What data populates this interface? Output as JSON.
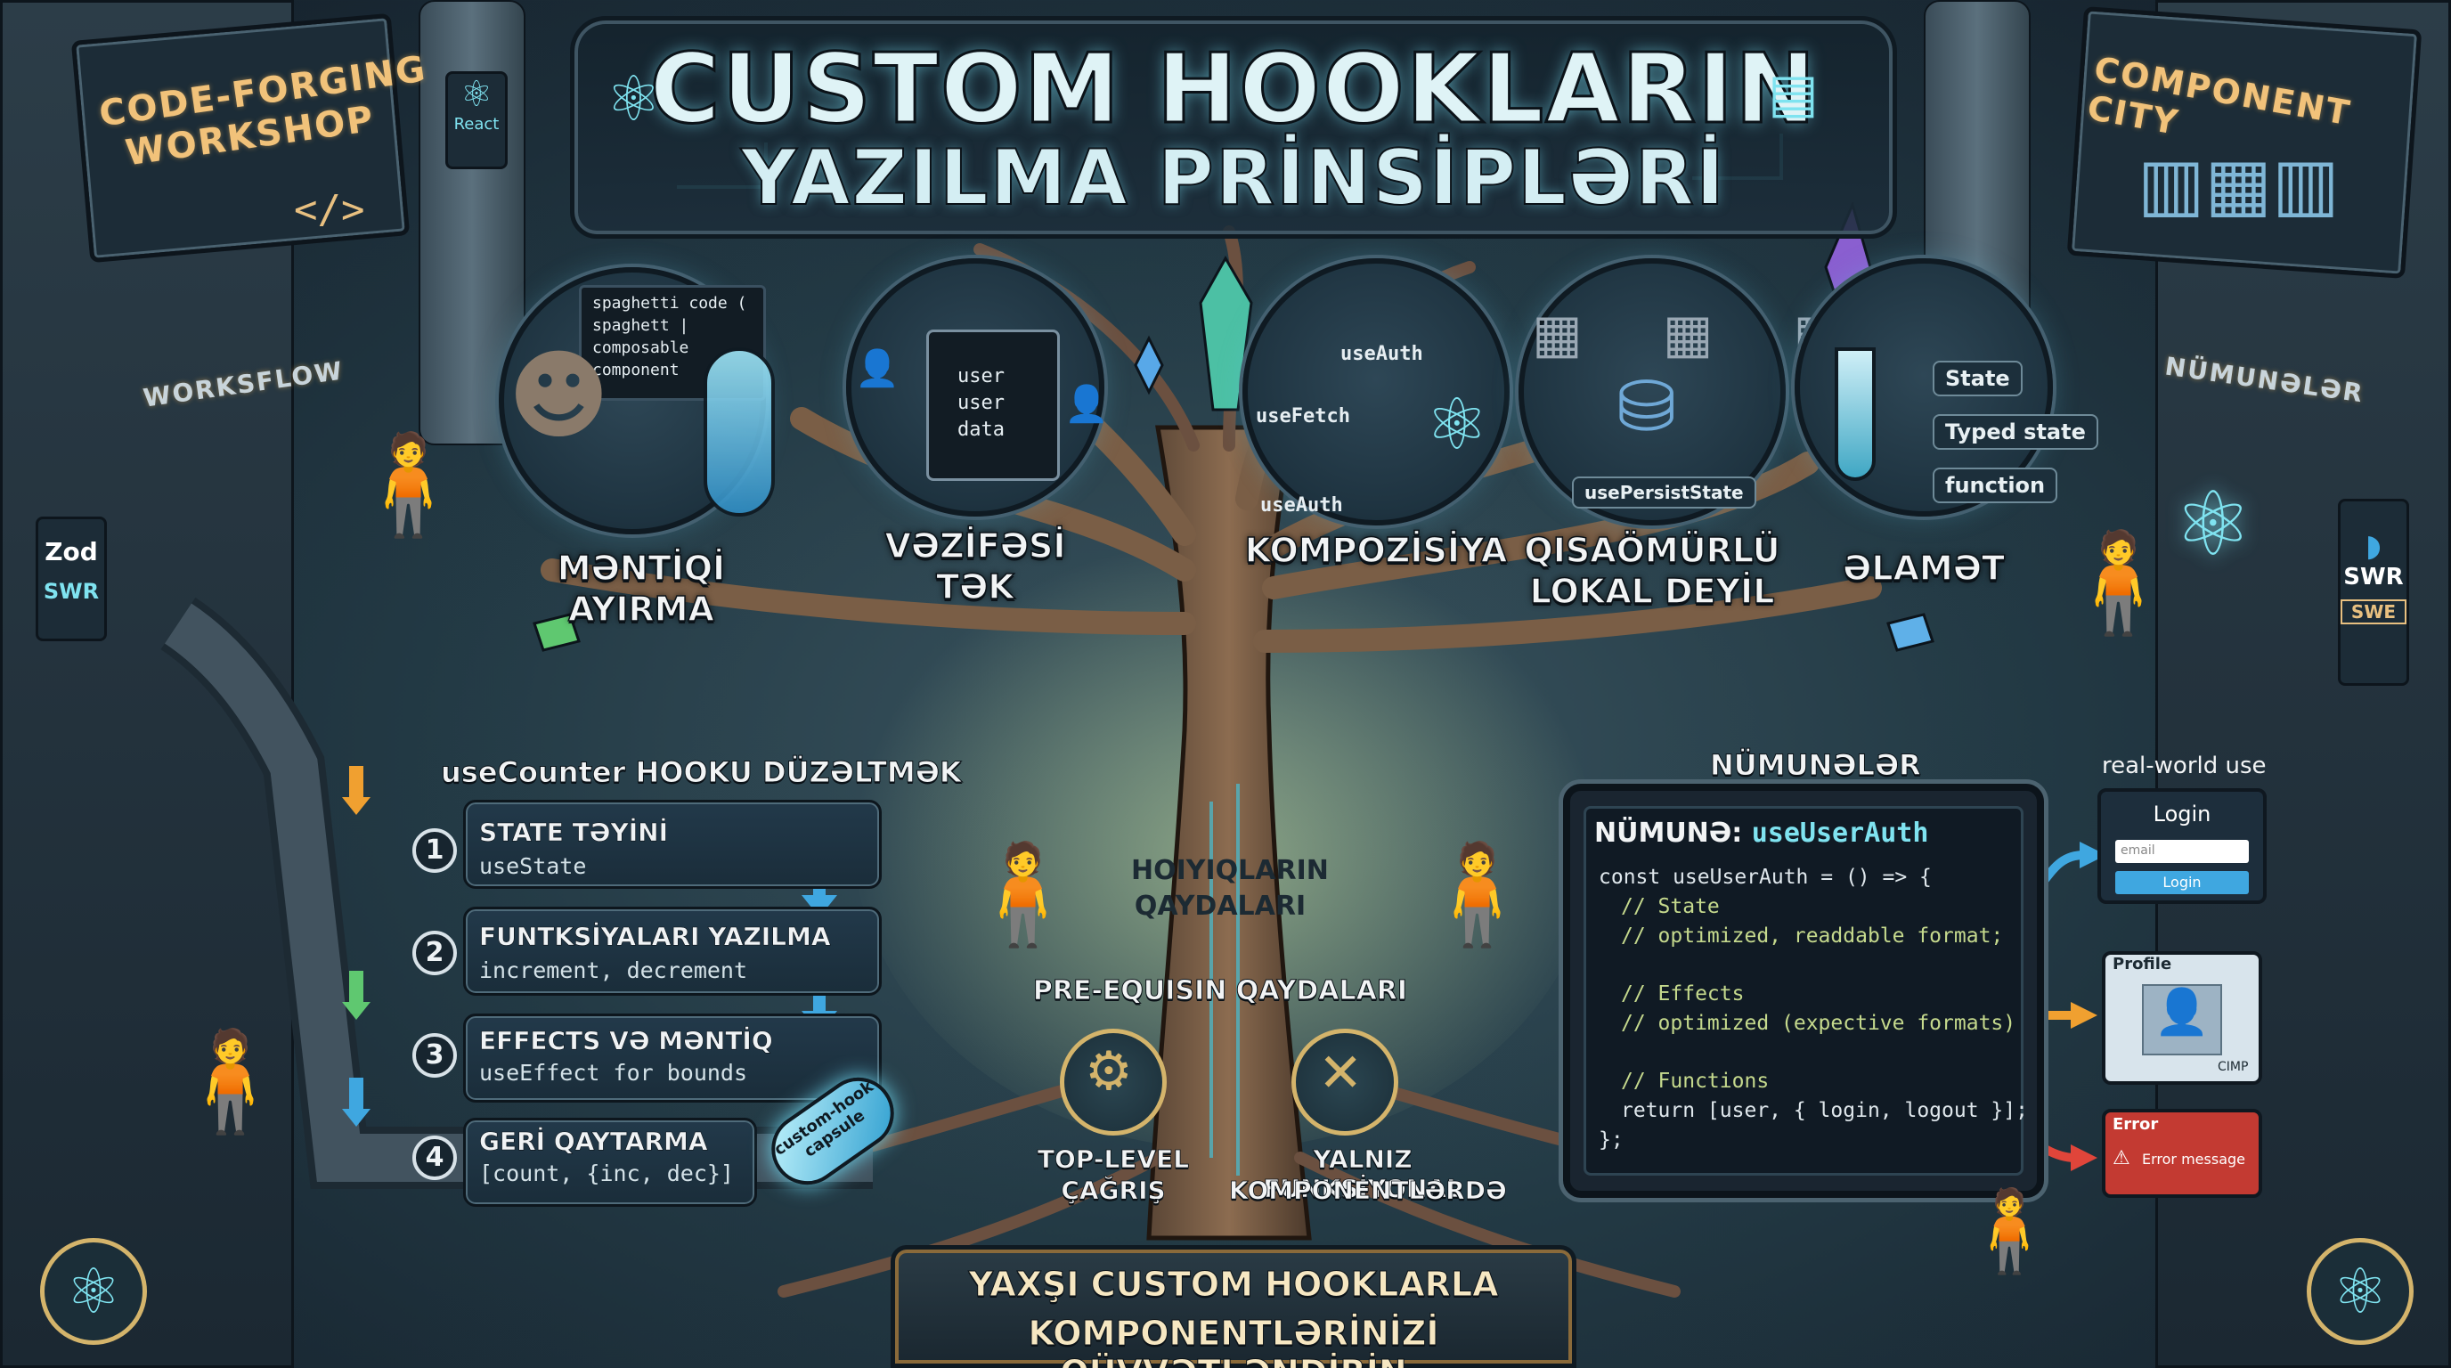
{
  "title": {
    "line1": "CUSTOM HOOKLARIN",
    "line2": "YAZILMA PRİNSİPLƏRİ"
  },
  "left_sign": {
    "line1": "CODE-FORGING",
    "line2": "WORKSHOP",
    "workflow": "WORKSFLOW"
  },
  "right_sign": {
    "title": "COMPONENT CITY",
    "examples": "NÜMUNƏLƏR"
  },
  "side_badges": {
    "react": "React",
    "zod": "Zod",
    "swr_left": "SWR",
    "swr_right": "SWR",
    "swr_right2": "SWE"
  },
  "principles": [
    {
      "label": "MƏNTİQİ AYIRMA",
      "code": [
        "spaghetti code (",
        "spaghett |",
        "composable",
        "component"
      ]
    },
    {
      "label": "VƏZİFƏSİ TƏK",
      "items": [
        "user",
        "user",
        "data"
      ]
    },
    {
      "label": "KOMPOZİSİYA",
      "items": [
        "useAuth",
        "useFetch",
        "useAuth"
      ]
    },
    {
      "label_line1": "QISAÖMÜRLÜ",
      "label_line2": "LOKAL DEYİL",
      "tag": "usePersistState"
    },
    {
      "label": "ƏLAMƏT",
      "tags": [
        "State",
        "Typed state",
        "function"
      ]
    }
  ],
  "steps": {
    "heading": "useCounter HOOKU DÜZƏLTMƏK",
    "items": [
      {
        "num": "1",
        "title": "STATE TƏYİNİ",
        "sub": "useState"
      },
      {
        "num": "2",
        "title": "FUNTKSİYALARI YAZILMA",
        "sub": "increment, decrement"
      },
      {
        "num": "3",
        "title": "EFFECTS VƏ MƏNTİQ",
        "sub": "useEffect for bounds"
      },
      {
        "num": "4",
        "title": "GERİ QAYTARMA",
        "sub": "[count, {inc, dec}]"
      }
    ],
    "capsule_line1": "custom-hook",
    "capsule_line2": "capsule"
  },
  "rules": {
    "hooks_title_line1": "HOIYIQLARIN",
    "hooks_title_line2": "QAYDALARI",
    "prereq_title": "PRE-EQUISIN QAYDALARI",
    "rule1_line1": "TOP-LEVEL",
    "rule1_line2": "ÇAĞRIŞ",
    "rule2_line1": "YALNIZ FUNKSİYONAL",
    "rule2_line2": "KOMPONENTLƏRDƏ"
  },
  "examples": {
    "heading": "NÜMUNƏLƏR",
    "label_prefix": "NÜMUNƏ:",
    "label_name": "useUserAuth",
    "code": {
      "l1": "const useUserAuth = () => {",
      "l2": "// State",
      "l3": "// optimized, readdable format;",
      "l4": "// Effects",
      "l5": "// optimized (expective formats)",
      "l6": "// Functions",
      "l7": "return [user, { login, logout }];",
      "l8": "};"
    }
  },
  "ui_cards": {
    "realworld": "real-world use",
    "login_title": "Login",
    "login_placeholder": "email",
    "login_button": "Login",
    "profile_title": "Profile",
    "profile_badge": "CIMP",
    "error_title": "Error",
    "error_message": "Error message"
  },
  "banner": {
    "line1": "YAXŞI CUSTOM HOOKLARLA",
    "line2": "KOMPONENTLƏRİNİZİ QÜVVƏTLƏNDİRİN"
  },
  "colors": {
    "accent_gold": "#f1c27a",
    "accent_cyan": "#7fe3f0",
    "arrow_blue": "#3fa7e0",
    "arrow_orange": "#f0a030",
    "arrow_red": "#e0453a"
  }
}
